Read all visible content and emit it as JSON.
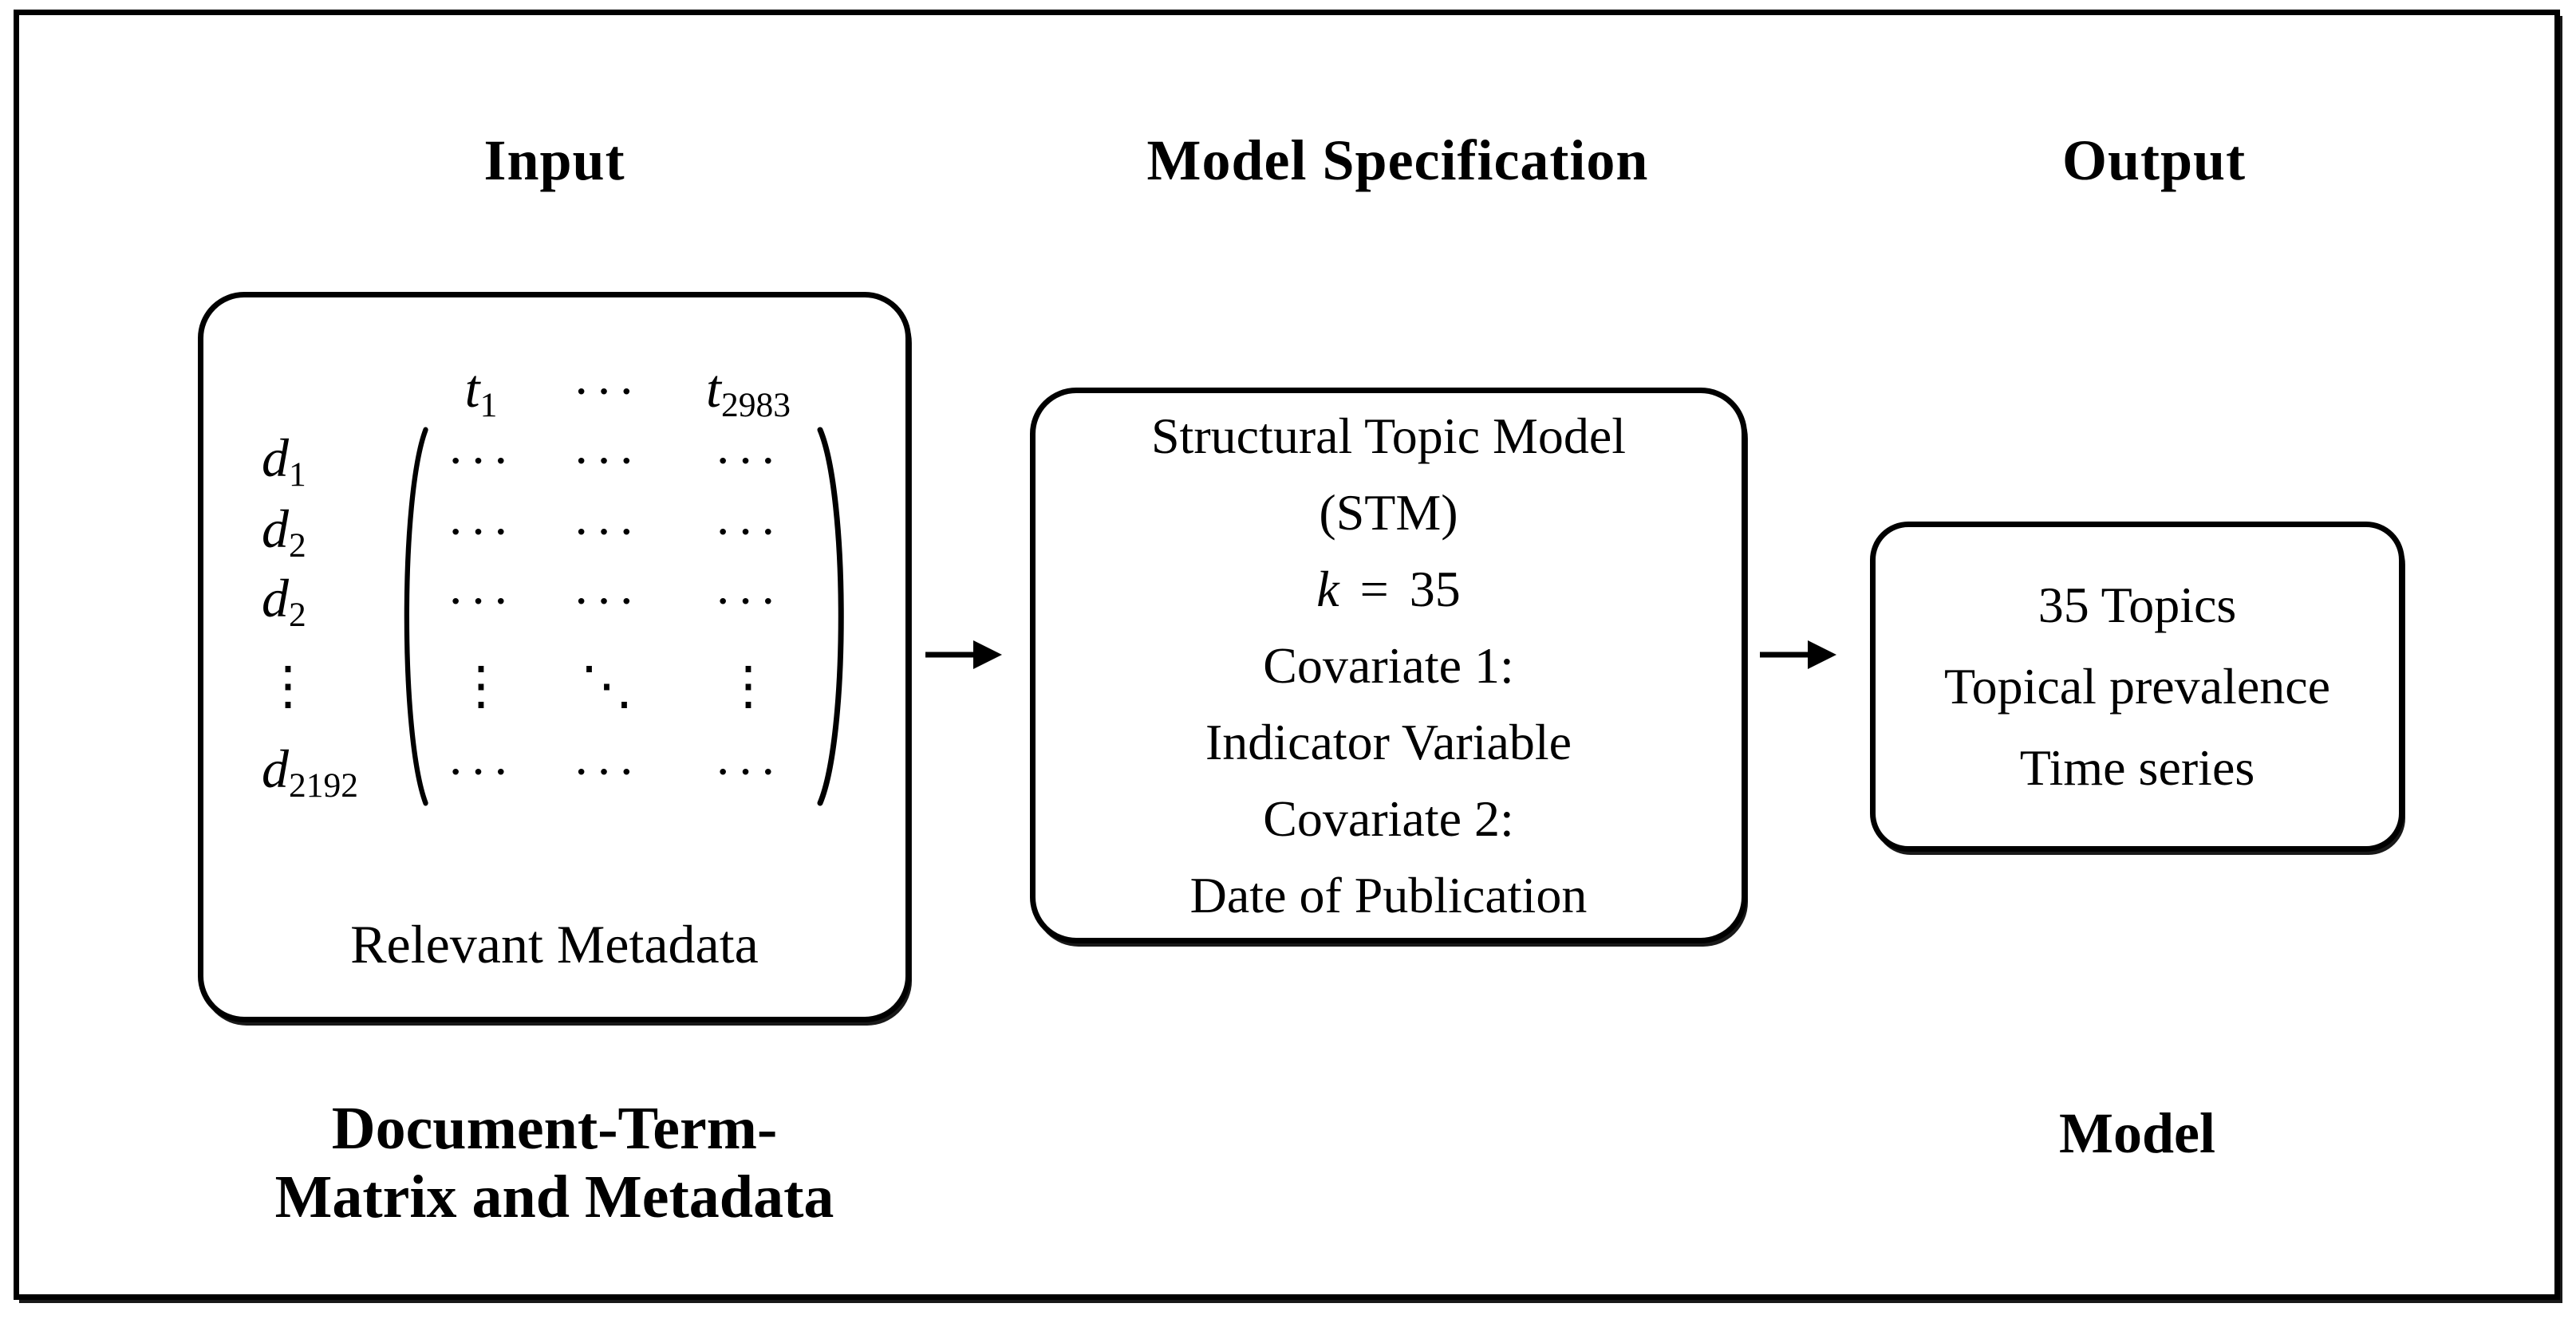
{
  "headers": {
    "input": "Input",
    "model_specification": "Model Specification",
    "output": "Output"
  },
  "input_section": {
    "matrix": {
      "col_headers": {
        "first_base": "t",
        "first_sub": "1",
        "middle_dots": "···",
        "last_base": "t",
        "last_sub": "2983"
      },
      "rows": [
        {
          "label_base": "d",
          "label_sub": "1",
          "c1": "···",
          "c2": "···",
          "c3": "···"
        },
        {
          "label_base": "d",
          "label_sub": "2",
          "c1": "···",
          "c2": "···",
          "c3": "···"
        },
        {
          "label_base": "d",
          "label_sub": "2",
          "c1": "···",
          "c2": "···",
          "c3": "···"
        },
        {
          "label_vdots": "⋮",
          "c1": "⋮",
          "c2": "⋱",
          "c3": "⋮"
        },
        {
          "label_base": "d",
          "label_sub": "2192",
          "c1": "···",
          "c2": "···",
          "c3": "···"
        }
      ]
    },
    "caption": "Relevant Metadata",
    "label_line1": "Document-Term-",
    "label_line2": "Matrix and Metadata"
  },
  "model_section": {
    "box_lines": {
      "line1": "Structural Topic Model",
      "line2": "(STM)"
    },
    "k_line": {
      "variable": "k",
      "equals": "=",
      "value": "35"
    },
    "covariate1_label": "Covariate 1:",
    "covariate1_value": "Indicator Variable",
    "covariate2_label": "Covariate 2:",
    "covariate2_value": "Date of Publication"
  },
  "output_section": {
    "box_lines": {
      "line1": "35 Topics",
      "line2": "Topical prevalence",
      "line3": "Time series"
    },
    "label": "Model"
  },
  "colors": {
    "ink": "#000000",
    "paper": "#ffffff"
  }
}
